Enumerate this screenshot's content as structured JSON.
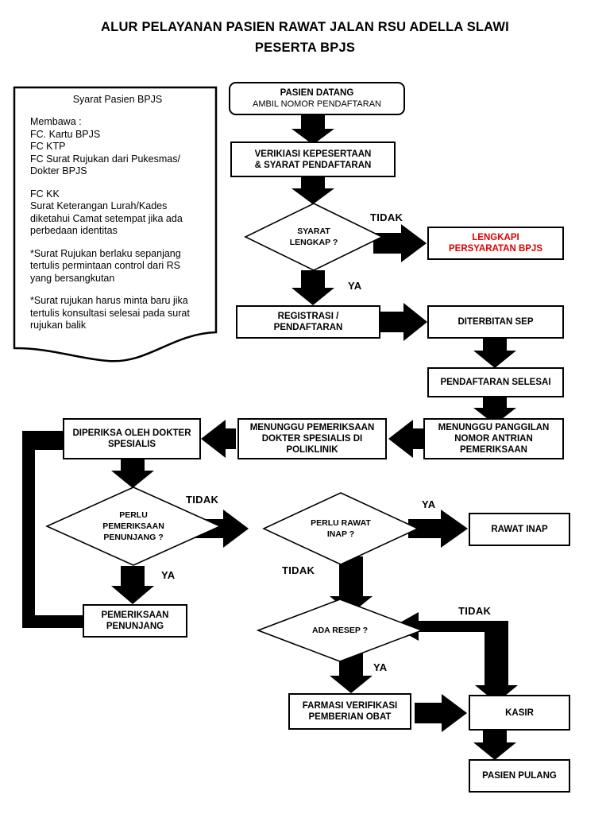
{
  "title": {
    "line1": "ALUR PELAYANAN PASIEN RAWAT JALAN RSU ADELLA SLAWI",
    "line2": "PESERTA BPJS"
  },
  "note": {
    "heading": "Syarat Pasien BPJS",
    "blocks": [
      "Membawa :\nFC. Kartu BPJS\nFC KTP\nFC Surat Rujukan dari Pukesmas/\nDokter BPJS",
      "FC KK\nSurat Keterangan Lurah/Kades\ndiketahui Camat setempat jika ada\nperbedaan identitas",
      "*Surat Rujukan berlaku sepanjang\ntertulis permintaan control dari RS\nyang bersangkutan",
      "*Surat rujukan harus minta baru jika\ntertulis konsultasi selesai pada surat\nrujukan balik"
    ]
  },
  "colors": {
    "line": "#000000",
    "alert_text": "#DD0000",
    "background": "#FFFFFF"
  },
  "nodes": {
    "pasien_datang": {
      "title": "PASIEN DATANG",
      "subtitle": "AMBIL NOMOR PENDAFTARAN"
    },
    "verifikasi": "VERIKIASI KEPESERTAAN\n& SYARAT PENDAFTARAN",
    "syarat_lengkap": "SYARAT\nLENGKAP ?",
    "lengkapi": "LENGKAPI\nPERSYARATAN BPJS",
    "registrasi": "REGISTRASI /\nPENDAFTARAN",
    "diterbitan_sep": "DITERBITAN SEP",
    "pendaftaran_selesai": "PENDAFTARAN SELESAI",
    "menunggu_panggilan": "MENUNGGU PANGGILAN\nNOMOR ANTRIAN\nPEMERIKSAAN",
    "menunggu_pemeriksaan": "MENUNGGU PEMERIKSAAN\nDOKTER SPESIALIS DI\nPOLIKLINIK",
    "diperiksa_dokter": "DIPERIKSA OLEH DOKTER\nSPESIALIS",
    "perlu_penunjang": "PERLU\nPEMERIKSAAN\nPENUNJANG ?",
    "pemeriksaan_penunjang": "PEMERIKSAAN\nPENUNJANG",
    "perlu_rawat_inap": "PERLU RAWAT\nINAP ?",
    "rawat_inap": "RAWAT INAP",
    "ada_resep": "ADA RESEP ?",
    "farmasi": "FARMASI VERIFIKASI\nPEMBERIAN OBAT",
    "kasir": "KASIR",
    "pasien_pulang": "PASIEN PULANG"
  },
  "edge_labels": {
    "syarat_tidak": "TIDAK",
    "syarat_ya": "YA",
    "penunjang_tidak": "TIDAK",
    "penunjang_ya": "YA",
    "rawat_inap_ya": "YA",
    "rawat_inap_tidak": "TIDAK",
    "resep_tidak": "TIDAK",
    "resep_ya": "YA"
  }
}
